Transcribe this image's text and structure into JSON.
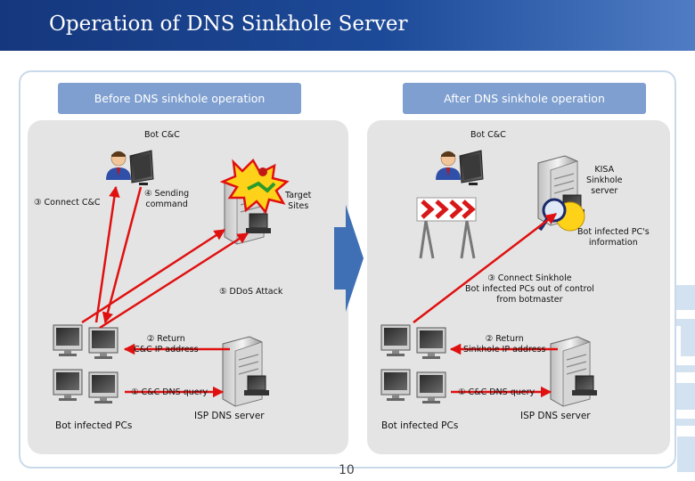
{
  "title": "Operation of DNS Sinkhole Server",
  "headers": {
    "before": "Before DNS sinkhole operation",
    "after": "After DNS sinkhole operation"
  },
  "left": {
    "bot_cc": "Bot C&C",
    "connect_cc": "③ Connect C&C",
    "sending_line1": "④ Sending",
    "sending_line2": "command",
    "target_line1": "Target",
    "target_line2": "Sites",
    "ddos": "⑤ DDoS Attack",
    "return_line1": "② Return",
    "return_line2": "C&C IP address",
    "dns_query": "① C&C DNS query",
    "isp_dns": "ISP DNS server",
    "bot_pcs": "Bot infected PCs"
  },
  "right": {
    "bot_cc": "Bot C&C",
    "kisa_line1": "KISA",
    "kisa_line2": "Sinkhole",
    "kisa_line3": "server",
    "bot_info_line1": "Bot infected PC's",
    "bot_info_line2": "information",
    "connect_line1": "③ Connect Sinkhole",
    "connect_line2": "Bot infected PCs out of control",
    "connect_line3": "from botmaster",
    "return_line1": "② Return",
    "return_line2": "Sinkhole IP address",
    "dns_query": "① C&C DNS query",
    "isp_dns": "ISP DNS server",
    "bot_pcs": "Bot infected PCs"
  },
  "page_number": "10",
  "colors": {
    "title_bar": "#1d4a98",
    "header": "#7e9fcf",
    "panel": "#e4e4e4",
    "arrow_red": "#e01010",
    "center_arrow": "#3f6fb5"
  }
}
